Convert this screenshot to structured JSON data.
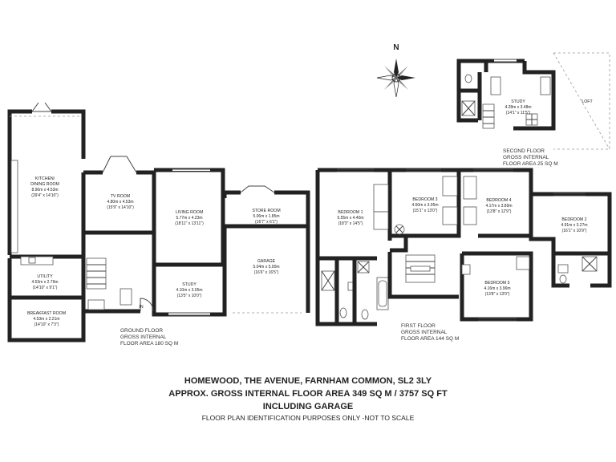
{
  "compass": {
    "north": "N"
  },
  "rooms": {
    "kitchen": {
      "name1": "KITCHEN/",
      "name2": "DINING ROOM",
      "m": "8.96m x 4.53m",
      "ft": "(29'4\" x 14'10\")"
    },
    "tv": {
      "name": "TV ROOM",
      "m": "4.80m x 4.53m",
      "ft": "(15'9\" x 14'10\")"
    },
    "living": {
      "name": "LIVING ROOM",
      "m": "5.77m x 4.23m",
      "ft": "(18'11\" x 13'11\")"
    },
    "store": {
      "name": "STORE ROOM",
      "m": "5.06m x 1.85m",
      "ft": "(16'7\" x 6'1\")"
    },
    "garage": {
      "name": "GARAGE",
      "m": "5.04m x 5.00m",
      "ft": "(16'6\" x 16'5\")"
    },
    "utility": {
      "name": "UTILITY",
      "m": "4.53m x 2.79m",
      "ft": "(14'10\" x 9'1\")"
    },
    "breakfast": {
      "name": "BREAKFAST ROOM",
      "m": "4.53m x 2.21m",
      "ft": "(14'10\" x 7'3\")"
    },
    "study_g": {
      "name": "STUDY",
      "m": "4.10m x 3.05m",
      "ft": "(13'5\" x 10'0\")"
    },
    "in": "IN",
    "bed1": {
      "name": "BEDROOM 1",
      "m": "5.55m x 4.40m",
      "ft": "(18'3\" x 14'5\")"
    },
    "bed3": {
      "name": "BEDROOM 3",
      "m": "4.60m x 3.95m",
      "ft": "(15'1\" x 13'0\")"
    },
    "bed4": {
      "name": "BEDROOM 4",
      "m": "4.17m x 3.89m",
      "ft": "(13'8\" x 12'9\")"
    },
    "bed2": {
      "name": "BEDROOM 2",
      "m": "4.91m x 3.27m",
      "ft": "(16'1\" x 10'9\")"
    },
    "bed5": {
      "name": "BEDROOM 5",
      "m": "4.16m x 3.96m",
      "ft": "(13'8\" x 13'0\")"
    },
    "study_2": {
      "name": "STUDY",
      "m": "4.28m x 3.48m",
      "ft": "(14'1\" x 11'5\")"
    },
    "loft": "LOFT"
  },
  "floors": {
    "ground": [
      "GROUND FLOOR",
      "GROSS INTERNAL",
      "FLOOR AREA 180 SQ M"
    ],
    "first": [
      "FIRST FLOOR",
      "GROSS INTERNAL",
      "FLOOR AREA 144 SQ M"
    ],
    "second": [
      "SECOND FLOOR",
      "GROSS INTERNAL",
      "FLOOR AREA 25 SQ M"
    ]
  },
  "titles": {
    "line1": "HOMEWOOD, THE AVENUE, FARNHAM COMMON, SL2 3LY",
    "line2": "APPROX. GROSS INTERNAL FLOOR AREA 349 SQ M / 3757 SQ FT",
    "line3": "INCLUDING GARAGE",
    "line4": "FLOOR PLAN IDENTIFICATION PURPOSES ONLY -NOT TO SCALE"
  }
}
